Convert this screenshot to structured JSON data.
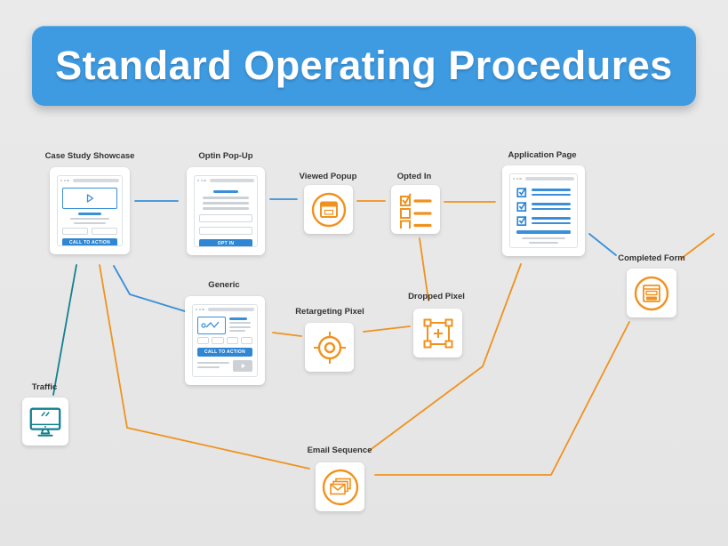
{
  "title": "Standard Operating Procedures",
  "palette": {
    "background": "#e8e8e8",
    "banner_blue": "#3e9be2",
    "arrow_orange": "#f0921e",
    "arrow_blue": "#3a8fd8",
    "arrow_teal": "#12808f",
    "card_white": "#ffffff",
    "muted_gray": "#ccd1d6",
    "label_dark": "#323232"
  },
  "nodes": {
    "case_study": {
      "label": "Case Study Showcase",
      "cta": "CALL TO ACTION",
      "icon": "browser-video-page"
    },
    "optin": {
      "label": "Optin Pop-Up",
      "cta": "OPT IN",
      "icon": "browser-optin-form"
    },
    "viewed_popup": {
      "label": "Viewed Popup",
      "icon": "popup-window-icon"
    },
    "opted_in": {
      "label": "Opted In",
      "icon": "checklist-icon"
    },
    "application": {
      "label": "Application Page",
      "icon": "browser-checklist-page"
    },
    "completed_form": {
      "label": "Completed Form",
      "icon": "form-icon"
    },
    "generic": {
      "label": "Generic",
      "cta": "CALL TO ACTION",
      "icon": "browser-landing-page"
    },
    "retargeting": {
      "label": "Retargeting Pixel",
      "icon": "target-icon"
    },
    "dropped": {
      "label": "Dropped Pixel",
      "icon": "pixel-selection-icon"
    },
    "traffic": {
      "label": "Traffic",
      "icon": "monitor-icon"
    },
    "email": {
      "label": "Email Sequence",
      "icon": "envelopes-icon"
    }
  },
  "edges": [
    {
      "from": "case_study",
      "to": "optin",
      "color": "blue"
    },
    {
      "from": "optin",
      "to": "viewed_popup",
      "color": "blue"
    },
    {
      "from": "viewed_popup",
      "to": "opted_in",
      "color": "orange"
    },
    {
      "from": "opted_in",
      "to": "application",
      "color": "orange"
    },
    {
      "from": "opted_in",
      "to": "dropped",
      "color": "orange"
    },
    {
      "from": "dropped",
      "to": "retargeting",
      "color": "orange"
    },
    {
      "from": "retargeting",
      "to": "generic",
      "color": "orange"
    },
    {
      "from": "generic",
      "to": "case_study",
      "color": "blue"
    },
    {
      "from": "traffic",
      "to": "case_study",
      "color": "teal"
    },
    {
      "from": "email",
      "to": "case_study",
      "color": "orange"
    },
    {
      "from": "email",
      "to": "application",
      "color": "orange"
    },
    {
      "from": "completed_form",
      "to": "email",
      "color": "orange"
    },
    {
      "from": "application",
      "to": "completed_form",
      "color": "blue"
    },
    {
      "from": "completed_form",
      "to": "offscreen-top-right",
      "color": "orange"
    }
  ]
}
